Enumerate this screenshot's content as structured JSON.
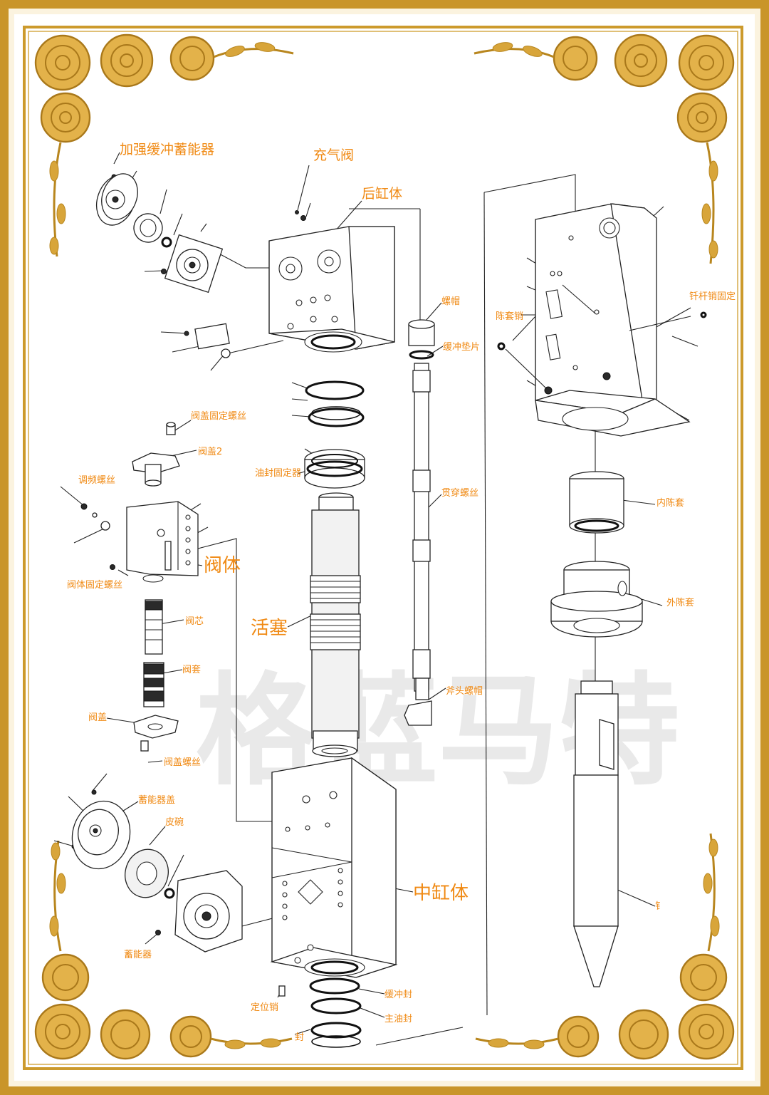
{
  "watermark": "格蓝马特",
  "labels": {
    "enhanced_accumulator": "加强缓冲蓄能器",
    "charge_valve": "充气阀",
    "rear_cylinder": "后缸体",
    "nut": "螺帽",
    "buffer_washer": "缓冲垫片",
    "bushing_pin": "陈套销",
    "rod_pin_fix": "钎杆销固定",
    "valve_cover_screw_top": "阀盖固定螺丝",
    "valve_cover2": "阀盖2",
    "adjust_screw": "调频螺丝",
    "oil_seal_retainer": "油封固定器",
    "through_bolt": "贯穿螺丝",
    "inner_bushing": "内陈套",
    "valve_body": "阀体",
    "valve_body_screw": "阀体固定螺丝",
    "valve_core": "阀芯",
    "outer_bushing": "外陈套",
    "piston": "活塞",
    "valve_sleeve": "阀套",
    "hammer_nut": "斧头螺帽",
    "valve_cover": "阀盖",
    "valve_cover_screw": "阀盖螺丝",
    "accumulator_cover": "蓄能器盖",
    "diaphragm": "皮碗",
    "middle_cylinder": "中缸体",
    "accumulator": "蓄能器",
    "buffer_seal": "缓冲封",
    "locating_pin": "定位销",
    "main_oil_seal": "主油封",
    "seal_bottom": "封",
    "chisel": "钅"
  }
}
